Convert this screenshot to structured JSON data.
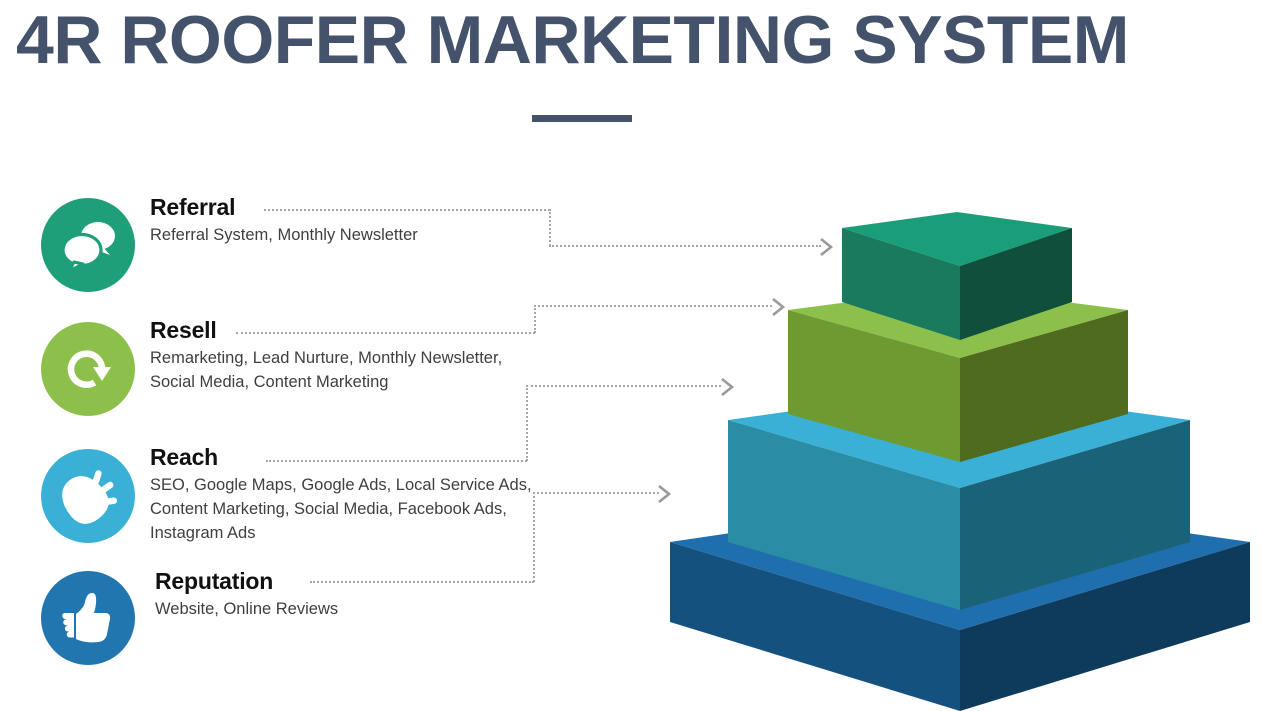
{
  "slide": {
    "title": "4R ROOFER MARKETING SYSTEM",
    "background_color": "#FFFFFF",
    "title_color": "#44536B",
    "accent_rule_color": "#44536B"
  },
  "legend": {
    "items": [
      {
        "id": "referral",
        "title": "Referral",
        "description": "Referral System, Monthly Newsletter",
        "icon": "speech-bubbles-icon",
        "color": "#1F9E7A"
      },
      {
        "id": "resell",
        "title": "Resell",
        "description": "Remarketing, Lead Nurture, Monthly Newsletter, Social Media, Content Marketing",
        "icon": "refresh-cycle-icon",
        "color": "#8CC04B"
      },
      {
        "id": "reach",
        "title": "Reach",
        "description": "SEO, Google Maps, Google Ads, Local Service Ads, Content Marketing, Social Media, Facebook Ads, Instagram Ads",
        "icon": "megaphone-icon",
        "color": "#3BB0D6"
      },
      {
        "id": "reputation",
        "title": "Reputation",
        "description": "Website, Online Reviews",
        "icon": "thumbs-up-icon",
        "color": "#2176B0"
      }
    ]
  },
  "connectors": {
    "line_color": "#A6A6A6",
    "style": "dotted",
    "arrow_glyph": "chevron-right",
    "count": 4
  },
  "chart_data": {
    "type": "bar",
    "title": "4R ROOFER MARKETING SYSTEM",
    "subtype": "3d-stacked-pyramid",
    "orientation": "vertical-stack-bottom-widest",
    "categories": [
      "Reputation",
      "Reach",
      "Resell",
      "Referral"
    ],
    "values": [
      4,
      3,
      2,
      1
    ],
    "xlabel": "",
    "ylabel": "",
    "legend_position": "left",
    "grid": false,
    "tiers": [
      {
        "rank": 1,
        "label": "Referral",
        "position": "top",
        "relative_width": 0.37,
        "face_top": "#1A9E7A",
        "face_left": "#1A7A5E",
        "face_right": "#0F4F3C"
      },
      {
        "rank": 2,
        "label": "Resell",
        "position": "upper-middle",
        "relative_width": 0.58,
        "face_top": "#8CC04B",
        "face_left": "#6E9A32",
        "face_right": "#4E6B1F"
      },
      {
        "rank": 3,
        "label": "Reach",
        "position": "lower-middle",
        "relative_width": 0.79,
        "face_top": "#3BB0D6",
        "face_left": "#2B8CA6",
        "face_right": "#1A6278"
      },
      {
        "rank": 4,
        "label": "Reputation",
        "position": "base",
        "relative_width": 1.0,
        "face_top": "#1F6FAF",
        "face_left": "#14517E",
        "face_right": "#0E3A5C"
      }
    ]
  }
}
